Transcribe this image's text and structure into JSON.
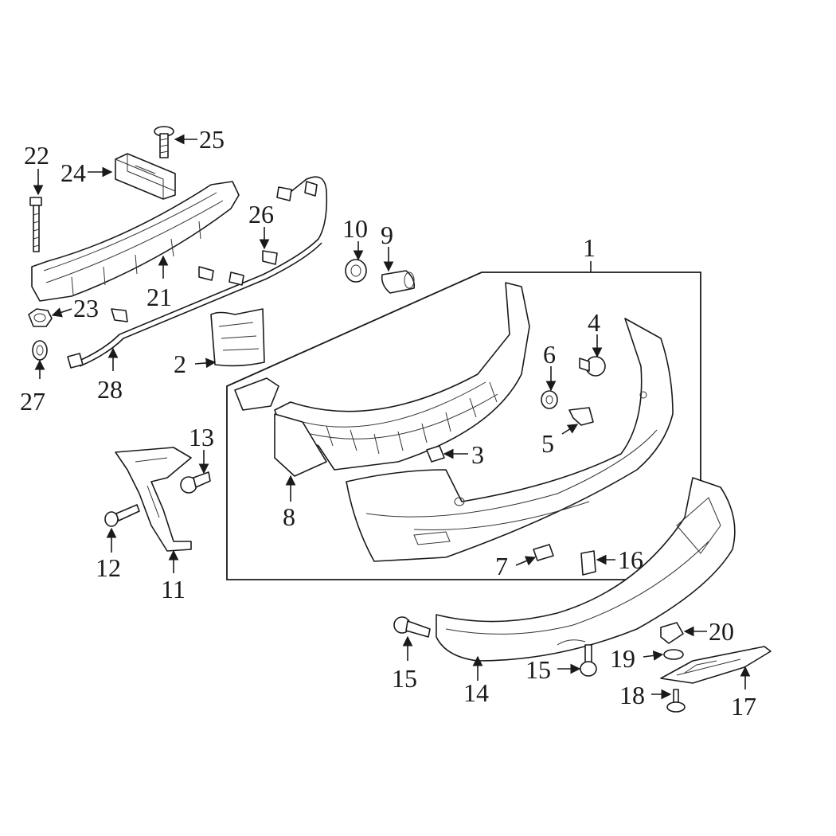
{
  "callouts": {
    "c1": "1",
    "c2": "2",
    "c3": "3",
    "c4": "4",
    "c5": "5",
    "c6": "6",
    "c7": "7",
    "c8": "8",
    "c9": "9",
    "c10": "10",
    "c11": "11",
    "c12": "12",
    "c13": "13",
    "c14": "14",
    "c15a": "15",
    "c15b": "15",
    "c16": "16",
    "c17": "17",
    "c18": "18",
    "c19": "19",
    "c20": "20",
    "c21": "21",
    "c22": "22",
    "c23": "23",
    "c24": "24",
    "c25": "25",
    "c26": "26",
    "c27": "27",
    "c28": "28"
  }
}
